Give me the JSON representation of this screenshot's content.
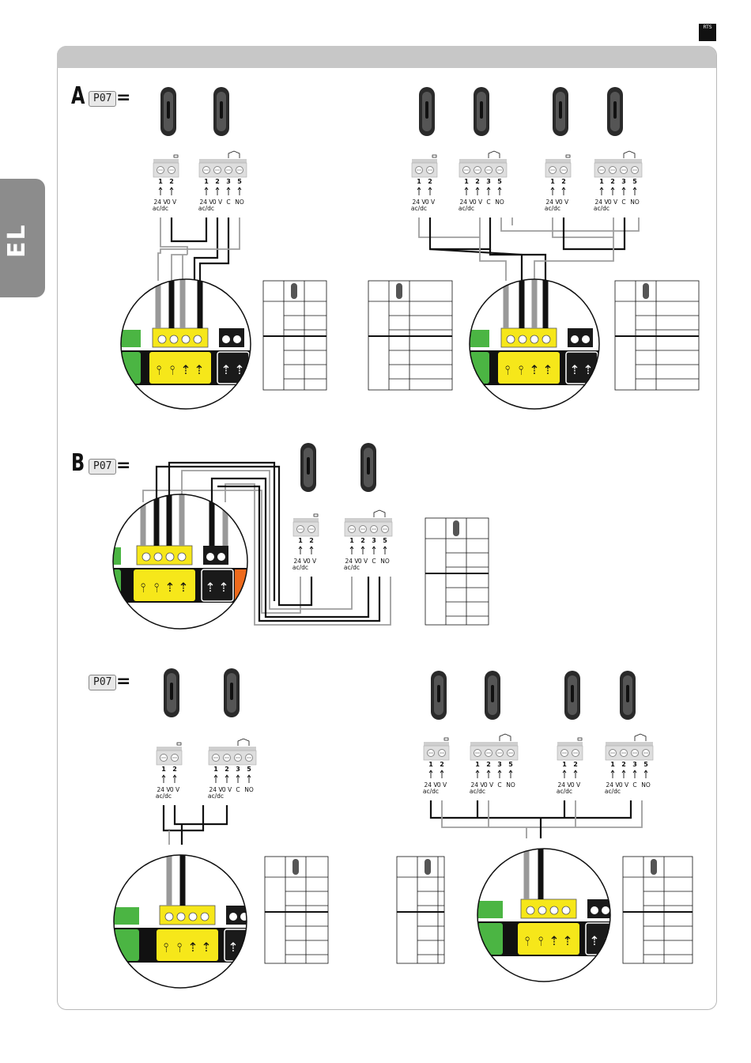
{
  "logo": {
    "text": "RTS"
  },
  "language_tab": {
    "label": "EL"
  },
  "sections": [
    {
      "letter": "A",
      "setting": "P07",
      "equals": "="
    },
    {
      "letter": "B",
      "setting": "P07",
      "equals": "="
    },
    {
      "letter": "",
      "setting": "P07",
      "equals": "="
    }
  ],
  "terminal_labels": {
    "rx_numbers": [
      "1",
      "2"
    ],
    "tx_numbers": [
      "1",
      "2",
      "3",
      "5"
    ],
    "supply": "24 V",
    "supply_type": "ac/dc",
    "zero": "0 V",
    "common": "C",
    "normally_open": "NO"
  },
  "colors": {
    "yellow_block": "#f6e71a",
    "green_block": "#4bb543",
    "orange_block": "#ee6a1c",
    "black_block": "#1a1a1a",
    "wire_gray": "#9e9e9e",
    "wire_black": "#111111"
  }
}
